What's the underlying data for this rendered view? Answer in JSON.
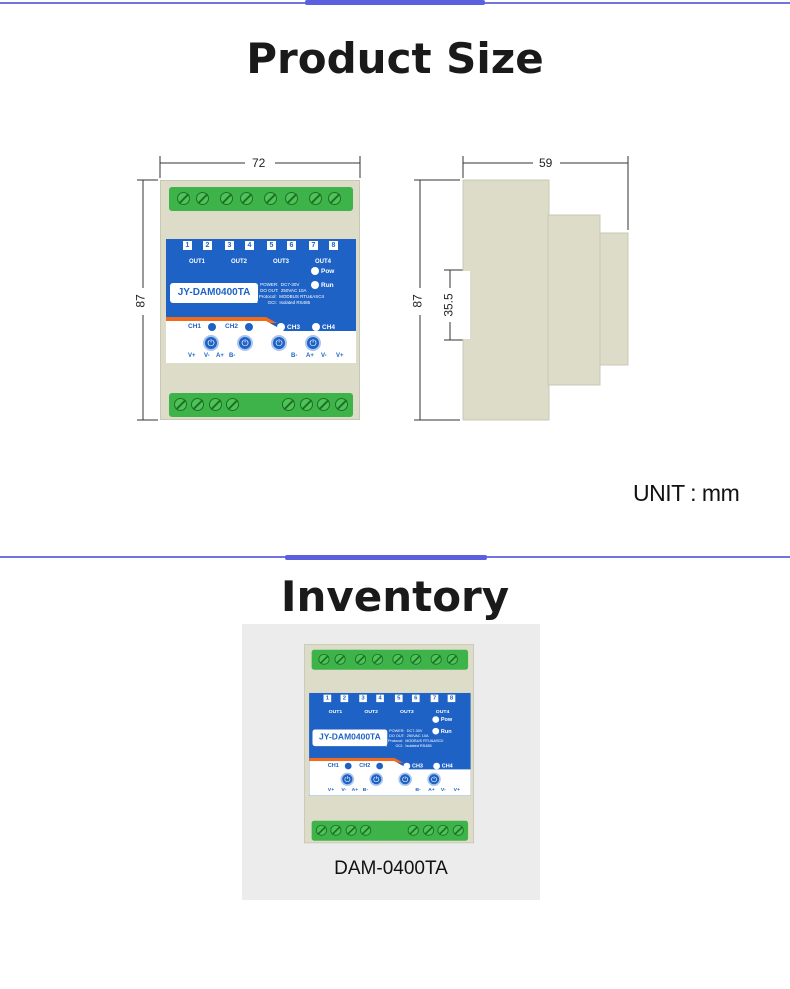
{
  "section1": {
    "title": "Product Size",
    "width_dim": "72",
    "height_dim": "87",
    "depth_dim": "59",
    "side_height_dim": "87",
    "rail_dim": "35.5",
    "unit": "UNIT : mm"
  },
  "device": {
    "model": "JY-DAM0400TA",
    "pins": [
      "1",
      "2",
      "3",
      "4",
      "5",
      "6",
      "7",
      "8"
    ],
    "outputs": [
      "OUT1",
      "OUT2",
      "OUT3",
      "OUT4"
    ],
    "pow": "Pow",
    "run": "Run",
    "specs": "•  POWER:  DC7-30V\n•  DO OUT:  250VAC 10A\n• Protocol:  MODBUS RTU&ASCII\n•        GCI:  Isolated RS485",
    "channels": [
      "CH1",
      "CH2",
      "CH3",
      "CH4"
    ],
    "terminals": [
      "V+",
      "V-",
      "A+",
      "B-",
      "B-",
      "A+",
      "V-",
      "V+"
    ],
    "colors": {
      "blue": "#1e62c6",
      "orange": "#f26a1b",
      "green": "#3eb34a"
    }
  },
  "section2": {
    "title": "Inventory",
    "caption": "DAM-0400TA"
  }
}
